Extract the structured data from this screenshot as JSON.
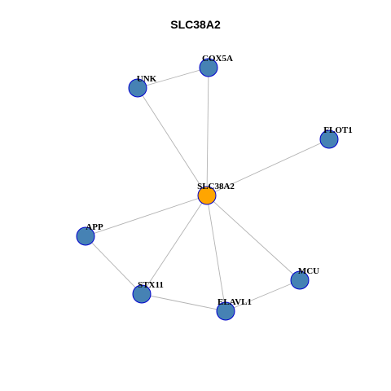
{
  "title": "SLC38A2",
  "colors": {
    "center_node": "#FFA500",
    "neighbor_node": "#4682B4",
    "node_border": "#0000CD",
    "edge": "#B3B3B3"
  },
  "nodes": [
    {
      "id": "SLC38A2",
      "label": "SLC38A2",
      "role": "center"
    },
    {
      "id": "COX5A",
      "label": "COX5A",
      "role": "neighbor"
    },
    {
      "id": "UNK",
      "label": "UNK",
      "role": "neighbor"
    },
    {
      "id": "FLOT1",
      "label": "FLOT1",
      "role": "neighbor"
    },
    {
      "id": "APP",
      "label": "APP",
      "role": "neighbor"
    },
    {
      "id": "STX11",
      "label": "STX11",
      "role": "neighbor"
    },
    {
      "id": "ELAVL1",
      "label": "ELAVL1",
      "role": "neighbor"
    },
    {
      "id": "MCU",
      "label": "MCU",
      "role": "neighbor"
    }
  ],
  "edges": [
    [
      "UNK",
      "COX5A"
    ],
    [
      "UNK",
      "SLC38A2"
    ],
    [
      "COX5A",
      "SLC38A2"
    ],
    [
      "FLOT1",
      "SLC38A2"
    ],
    [
      "APP",
      "SLC38A2"
    ],
    [
      "STX11",
      "SLC38A2"
    ],
    [
      "ELAVL1",
      "SLC38A2"
    ],
    [
      "MCU",
      "SLC38A2"
    ],
    [
      "APP",
      "STX11"
    ],
    [
      "STX11",
      "ELAVL1"
    ],
    [
      "ELAVL1",
      "MCU"
    ]
  ]
}
